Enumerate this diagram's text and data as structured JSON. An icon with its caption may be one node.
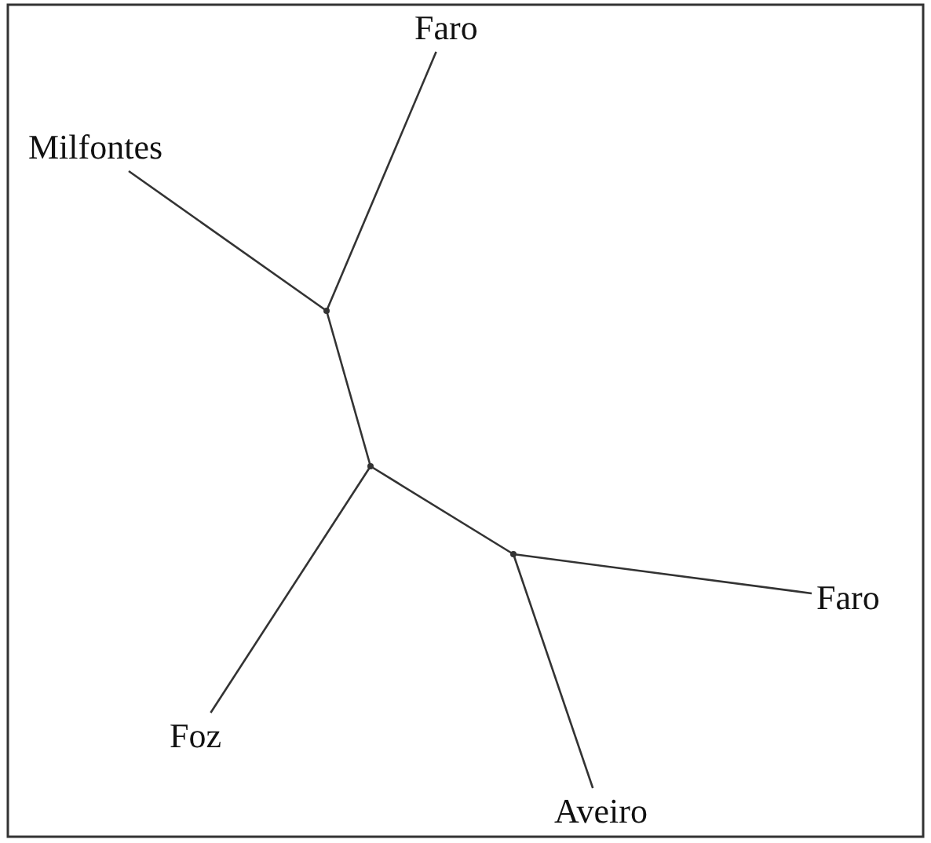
{
  "diagram": {
    "nodes": [
      {
        "text": [
          "Milfontes"
        ]
      },
      {
        "text": [
          "Faro"
        ]
      },
      {
        "text": [],
        "shape": "point"
      },
      {
        "text": [],
        "shape": "point"
      },
      {
        "text": [],
        "shape": "point"
      },
      {
        "text": [
          "Faro"
        ]
      },
      {
        "text": [
          "Foz"
        ]
      },
      {
        "text": [
          "Aveiro"
        ]
      }
    ],
    "edges": [
      {
        "from": 0,
        "to": 2,
        "arrow": "none"
      },
      {
        "from": 1,
        "to": 2,
        "arrow": "none"
      },
      {
        "from": 2,
        "to": 3,
        "arrow": "none"
      },
      {
        "from": 3,
        "to": 6,
        "arrow": "none"
      },
      {
        "from": 3,
        "to": 4,
        "arrow": "none"
      },
      {
        "from": 4,
        "to": 5,
        "arrow": "none"
      },
      {
        "from": 4,
        "to": 7,
        "arrow": "none"
      }
    ]
  }
}
